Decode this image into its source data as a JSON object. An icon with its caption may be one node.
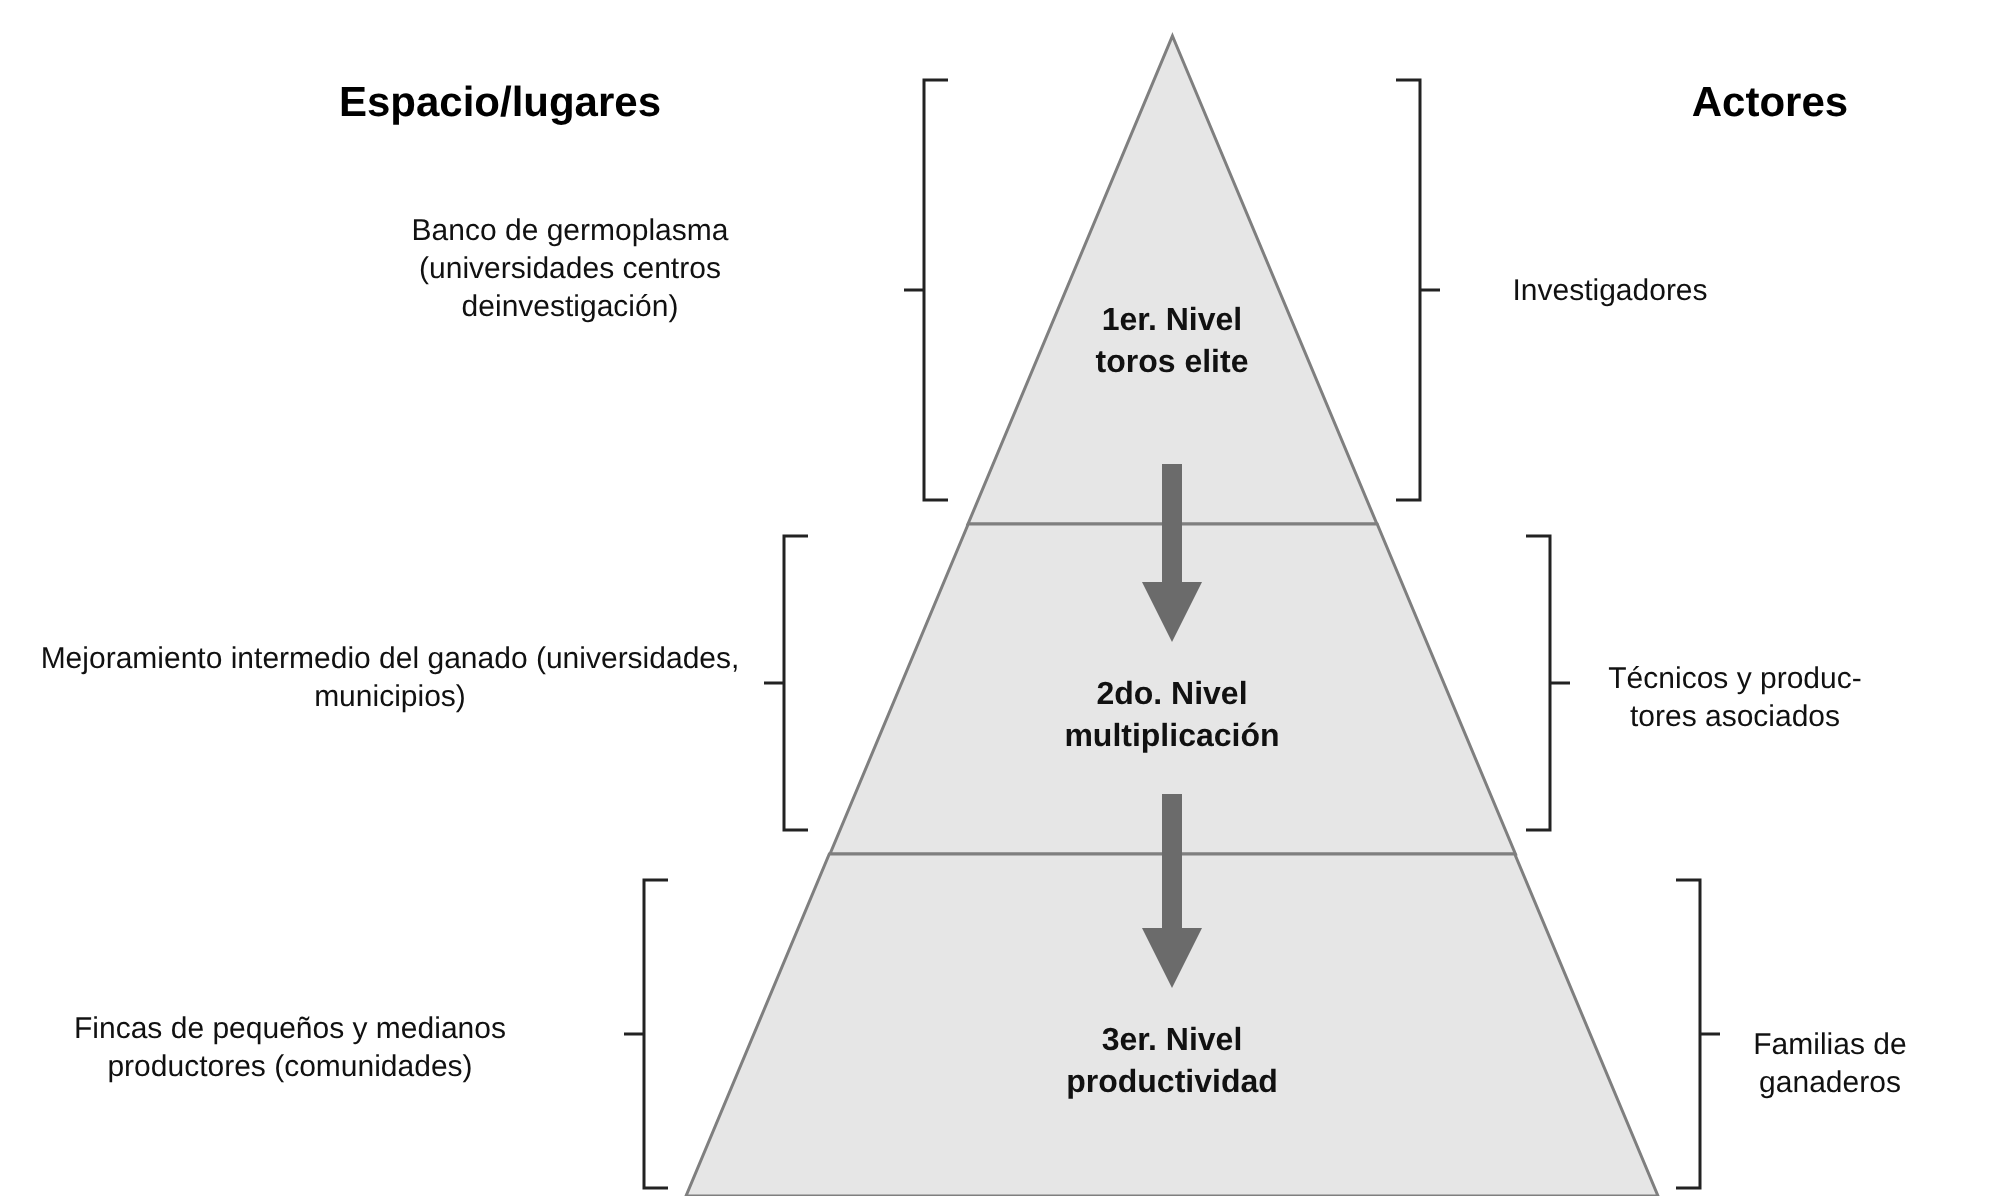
{
  "diagram": {
    "nodes": [
      {
        "text": [
          "1er. Nivel toros elite"
        ]
      },
      {
        "text": [
          "2do. Nivel multiplicación"
        ]
      },
      {
        "text": [
          "3er. Nivel productividad"
        ]
      }
    ],
    "edges": [
      {
        "from": 0,
        "to": 1,
        "arrow": "to"
      },
      {
        "from": 1,
        "to": 2,
        "arrow": "to"
      }
    ],
    "labels": [
      "Espacio/lugares",
      "Actores",
      "Banco de germoplasma (universidades centros deinvestigación)",
      "Investigadores",
      "Mejoramiento intermedio del ganado (universidades, municipios)",
      "Técnicos y produc- tores asociados",
      "Fincas de pequeños y medianos productores (comunidades)",
      "Familias de ganaderos"
    ]
  }
}
